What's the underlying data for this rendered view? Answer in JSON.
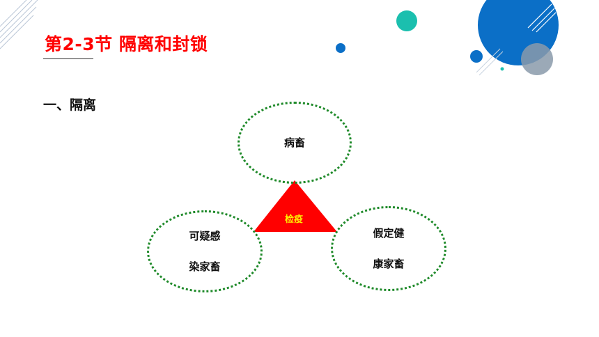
{
  "slide": {
    "title": "第2-3节  隔离和封锁",
    "section_heading": "一、隔离",
    "center_label": "检疫",
    "ellipse_top_label": "病畜",
    "ellipse_left_line1": "可疑感",
    "ellipse_left_line2": "染家畜",
    "ellipse_right_line1": "假定健",
    "ellipse_right_line2": "康家畜"
  },
  "colors": {
    "title": "#ff0000",
    "triangle": "#ff0000",
    "triangle_text": "#ffee00",
    "ellipse_border": "#1f8a2a",
    "circle_blue": "#0b6fc7",
    "circle_teal": "#1bbfae",
    "circle_gray": "#8a9aaa"
  }
}
